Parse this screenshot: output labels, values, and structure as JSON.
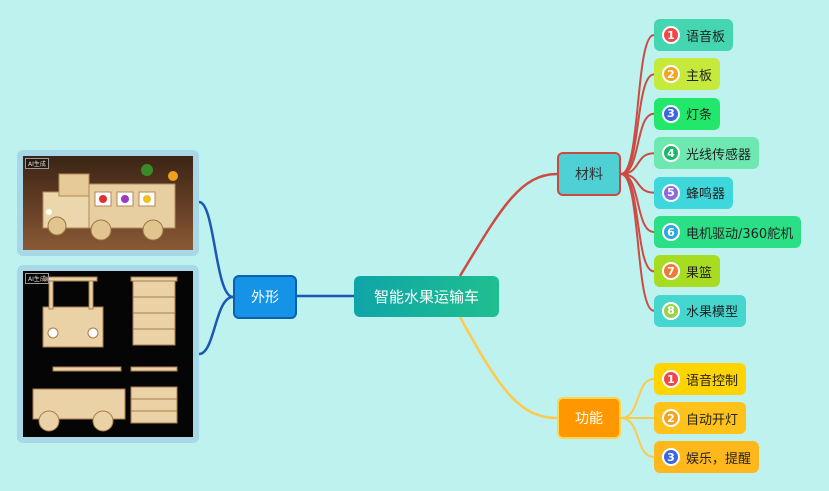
{
  "root": "智能水果运输车",
  "shape": {
    "label": "外形",
    "ai_tag": "AI生成"
  },
  "materials": {
    "label": "材料",
    "items": [
      {
        "num": "1",
        "text": "语音板",
        "bg": "#43d6b0",
        "badge": "#f04848"
      },
      {
        "num": "2",
        "text": "主板",
        "bg": "#c6ea3c",
        "badge": "#f4a425"
      },
      {
        "num": "3",
        "text": "灯条",
        "bg": "#21e86a",
        "badge": "#3b67e0"
      },
      {
        "num": "4",
        "text": "光线传感器",
        "bg": "#6ee8b0",
        "badge": "#1cb86a"
      },
      {
        "num": "5",
        "text": "蜂鸣器",
        "bg": "#3ed8dc",
        "badge": "#8a6ae0"
      },
      {
        "num": "6",
        "text": "电机驱动/360舵机",
        "bg": "#2bdf86",
        "badge": "#2aa8e0"
      },
      {
        "num": "7",
        "text": "果篮",
        "bg": "#a8dc20",
        "badge": "#f07a35"
      },
      {
        "num": "8",
        "text": "水果模型",
        "bg": "#46d6d0",
        "badge": "#9ad04a"
      }
    ]
  },
  "functions": {
    "label": "功能",
    "items": [
      {
        "num": "1",
        "text": "语音控制",
        "bg": "#ffd400",
        "badge": "#f04848"
      },
      {
        "num": "2",
        "text": "自动开灯",
        "bg": "#ffc21a",
        "badge": "#f4a425"
      },
      {
        "num": "3",
        "text": "娱乐，提醒",
        "bg": "#ffb81c",
        "badge": "#3b67e0"
      }
    ]
  },
  "colors": {
    "background": "#bdf2ee",
    "materials_branch": "#cc4b43",
    "functions_branch": "#ffc94d",
    "shape_branch": "#1d57b5"
  }
}
